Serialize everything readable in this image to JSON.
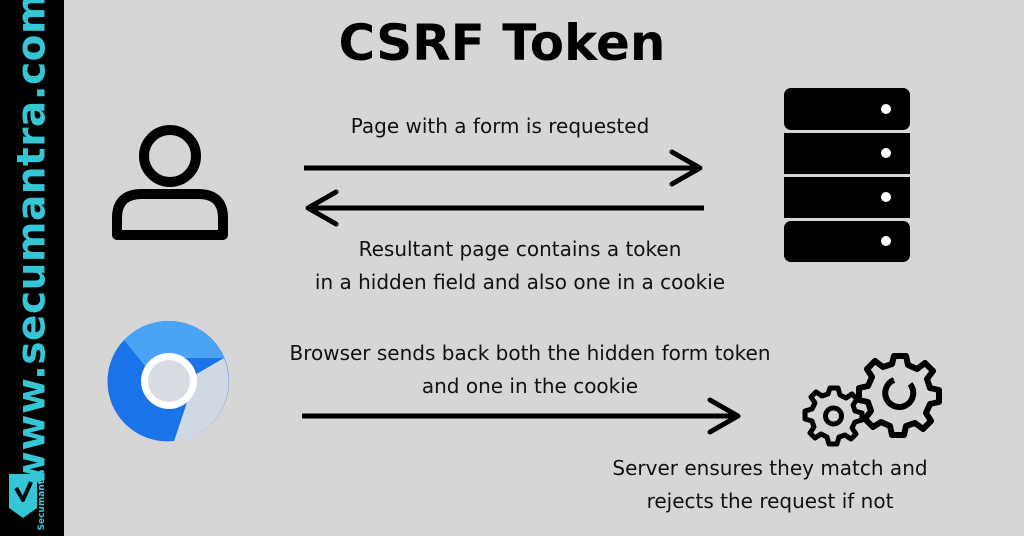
{
  "sidebar": {
    "site_url": "www.secumantra.com",
    "brand_name": "Secumantra"
  },
  "title": "CSRF Token",
  "steps": {
    "request": "Page with a form is requested",
    "response_line1": "Resultant page contains a token",
    "response_line2": "in a hidden field and also one in a cookie",
    "browser_line1": "Browser sends back both the hidden form token",
    "browser_line2": "and one in the cookie",
    "server_line1": "Server ensures they match and",
    "server_line2": "rejects the request if not"
  },
  "icons": {
    "user": "user-icon",
    "server": "server-rack-icon",
    "browser": "chrome-browser-icon",
    "gears": "gears-icon",
    "logo": "secumantra-logo-icon"
  },
  "colors": {
    "background": "#d6d6d6",
    "sidebar": "#000000",
    "accent": "#35c6d6",
    "chrome_blue": "#1a73e8",
    "chrome_light_blue": "#4aa3f4"
  }
}
